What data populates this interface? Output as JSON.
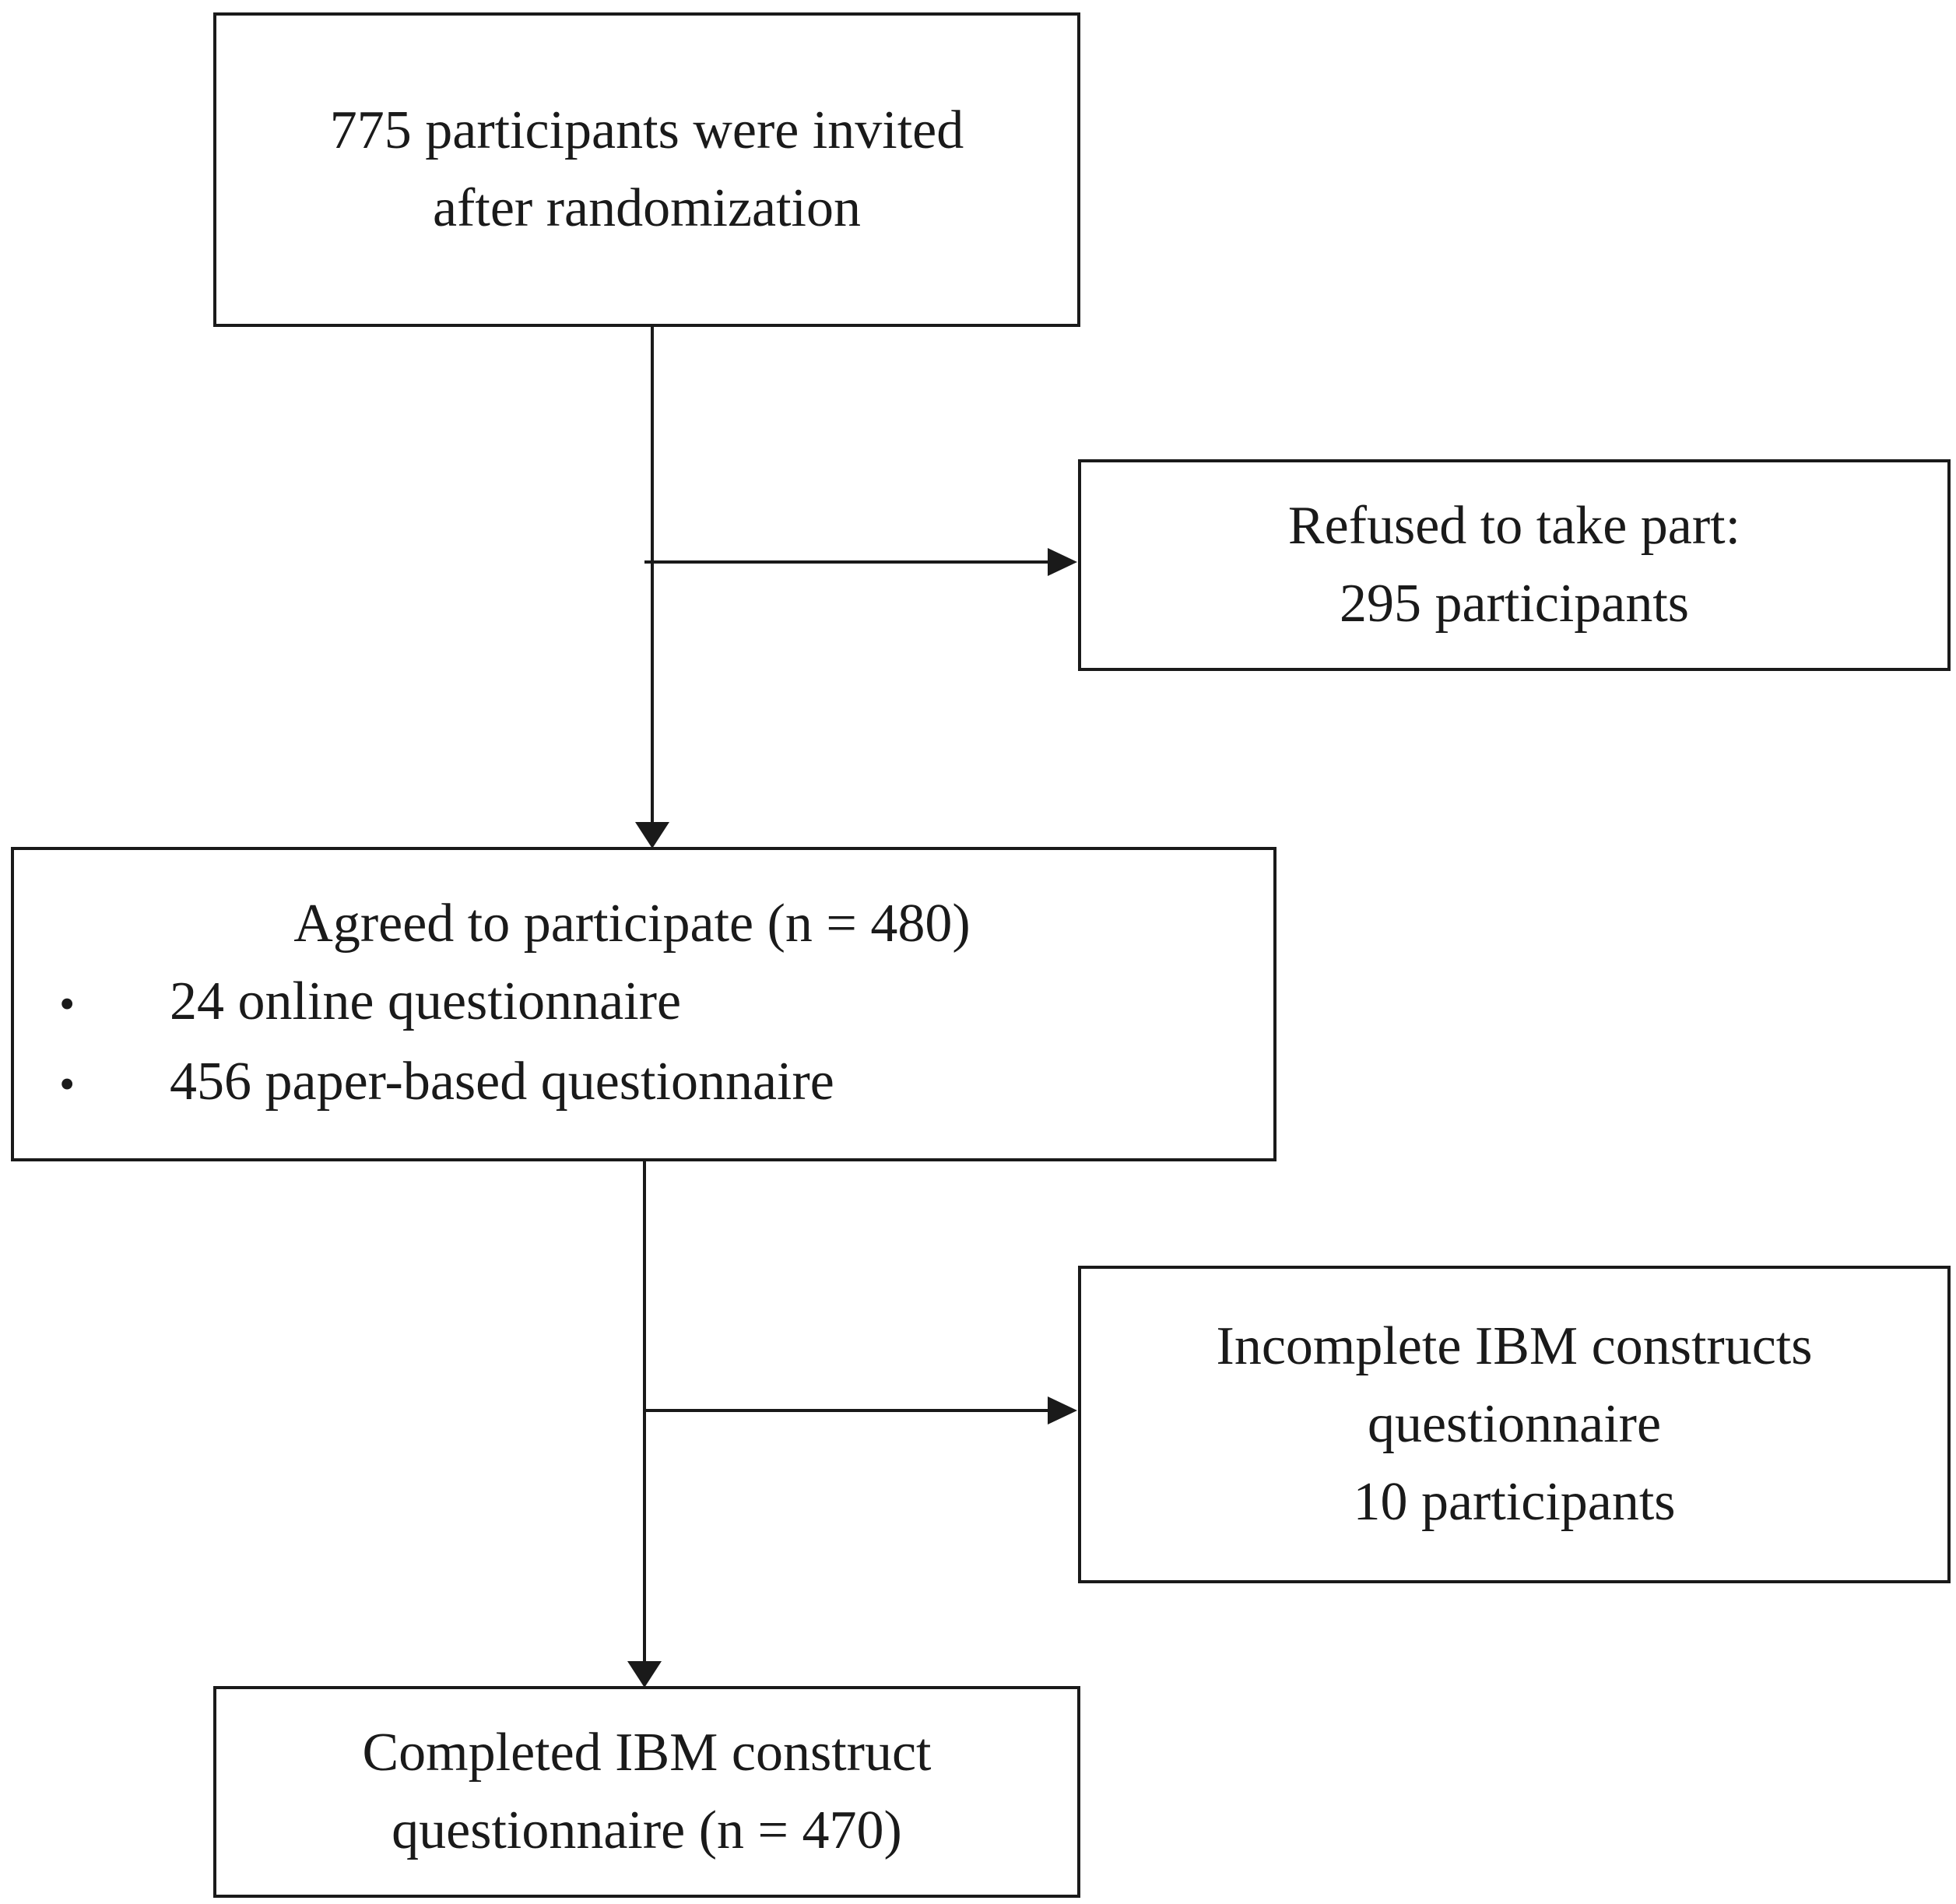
{
  "flowchart": {
    "invited": {
      "lines": [
        "775 participants were invited",
        "after randomization"
      ]
    },
    "refused": {
      "lines": [
        "Refused to take part:",
        "295 participants"
      ]
    },
    "agreed": {
      "heading": "Agreed to participate (n = 480)",
      "bullet_symbol": "•",
      "items": [
        "24 online questionnaire",
        "456 paper-based questionnaire"
      ]
    },
    "incomplete": {
      "lines": [
        "Incomplete IBM constructs",
        "questionnaire",
        "10 participants"
      ]
    },
    "completed": {
      "lines": [
        "Completed IBM construct",
        "questionnaire (n = 470)"
      ]
    }
  }
}
